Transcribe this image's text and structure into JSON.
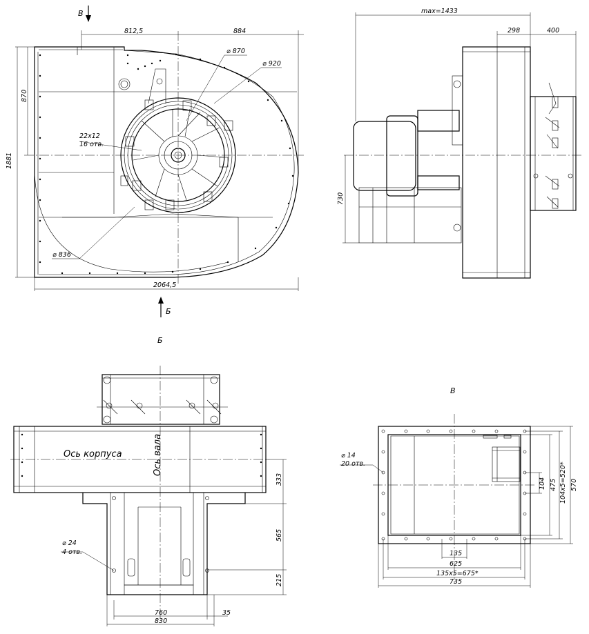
{
  "view_labels": {
    "b_arrow": "В",
    "b_arrow_lower": "Б",
    "section_b_title": "Б",
    "section_v_title": "В"
  },
  "front_view": {
    "dim_812": "812,5",
    "dim_884": "884",
    "dim_870_diam": "⌀ 870",
    "dim_920_diam": "⌀ 920",
    "dim_870_v": "870",
    "dim_1881": "1881",
    "holes_size": "22х12",
    "holes_count": "16 отв.",
    "dim_836_diam": "⌀ 836",
    "dim_2064": "2064,5"
  },
  "side_view": {
    "dim_max": "max=1433",
    "dim_298": "298",
    "dim_400": "400",
    "dim_730": "730"
  },
  "view_b": {
    "axis_body": "Ось корпуса",
    "axis_shaft": "Ось вала",
    "dim_333": "333",
    "dim_565": "565",
    "dim_215": "215",
    "hole_diam": "⌀ 24",
    "hole_count": "4 отв.",
    "dim_760": "760",
    "dim_35": "35",
    "dim_830": "830"
  },
  "view_v": {
    "hole_diam": "⌀ 14",
    "hole_count": "20 отв.",
    "dim_104": "104",
    "dim_475": "475",
    "dim_104x5": "104х5=520*",
    "dim_570": "570",
    "dim_135": "135",
    "dim_625": "625",
    "dim_135x5": "135х5=675*",
    "dim_735": "735"
  }
}
